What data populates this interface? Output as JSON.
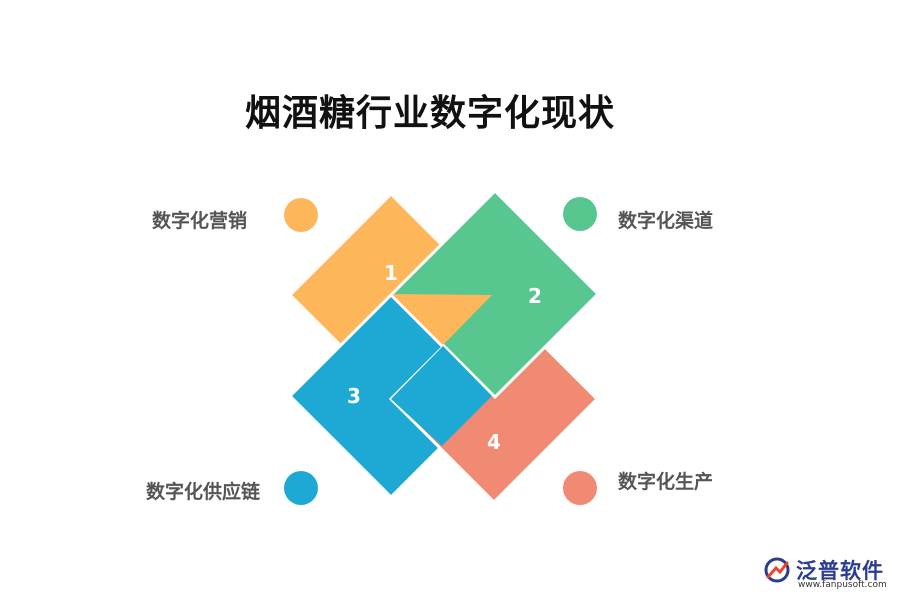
{
  "title": "烟酒糖行业数字化现状",
  "items": [
    {
      "number": "1",
      "label": "数字化营销",
      "color": "#FDB75A"
    },
    {
      "number": "2",
      "label": "数字化渠道",
      "color": "#58C68F"
    },
    {
      "number": "3",
      "label": "数字化供应链",
      "color": "#1EA9D4"
    },
    {
      "number": "4",
      "label": "数字化生产",
      "color": "#F08A72"
    }
  ],
  "logo": {
    "name": "泛普软件",
    "url": "www.fanpusoft.com",
    "icon": "fanpu-logo-icon"
  }
}
